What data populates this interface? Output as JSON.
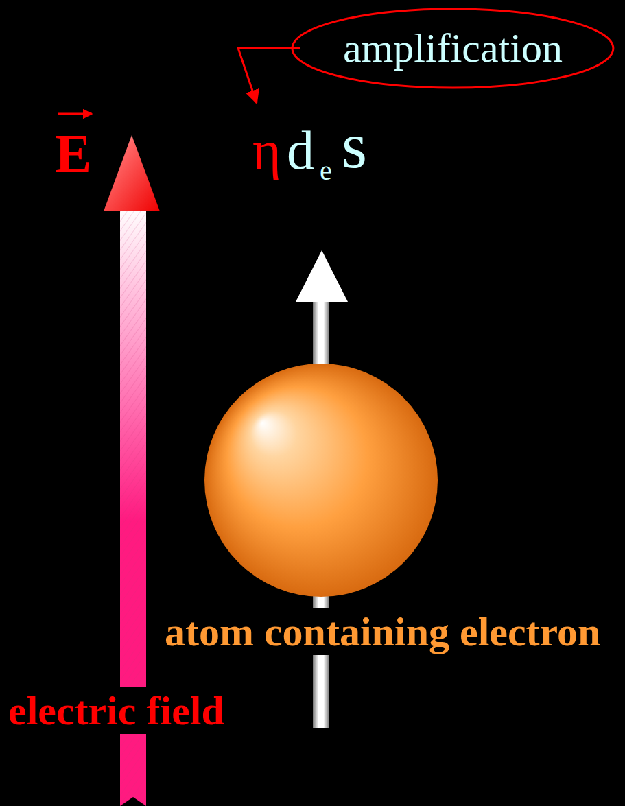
{
  "diagram": {
    "nodes": [
      {
        "text": [
          "amplification"
        ]
      }
    ],
    "labels": [
      "E",
      "η",
      "d",
      "e",
      "s",
      "electric field",
      "atom containing electron"
    ]
  }
}
